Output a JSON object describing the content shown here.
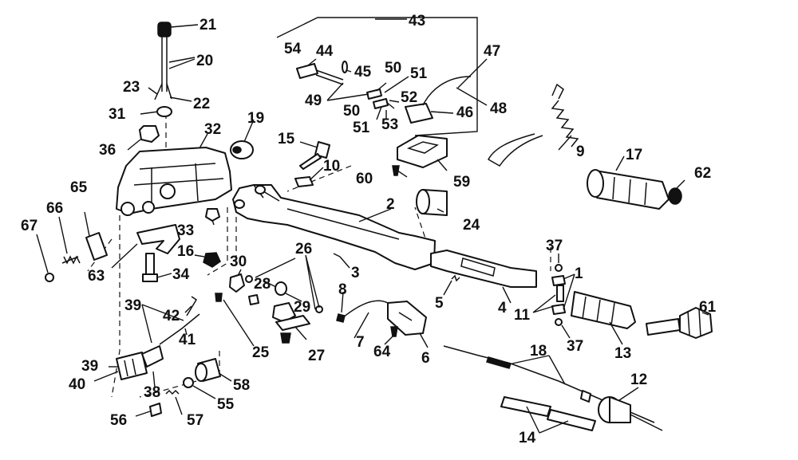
{
  "labels": {
    "l1": "1",
    "l2": "2",
    "l3": "3",
    "l4": "4",
    "l5": "5",
    "l6": "6",
    "l7": "7",
    "l8": "8",
    "l9": "9",
    "l10": "10",
    "l11": "11",
    "l12": "12",
    "l13": "13",
    "l14": "14",
    "l15": "15",
    "l16": "16",
    "l17": "17",
    "l18": "18",
    "l19": "19",
    "l20": "20",
    "l21": "21",
    "l22": "22",
    "l23": "23",
    "l24": "24",
    "l25": "25",
    "l26": "26",
    "l27": "27",
    "l28": "28",
    "l29": "29",
    "l30": "30",
    "l31": "31",
    "l32": "32",
    "l33": "33",
    "l34": "34",
    "l36": "36",
    "l37a": "37",
    "l37b": "37",
    "l38": "38",
    "l39a": "39",
    "l39b": "39",
    "l40": "40",
    "l41": "41",
    "l42": "42",
    "l43": "43",
    "l44": "44",
    "l45": "45",
    "l46": "46",
    "l47": "47",
    "l48": "48",
    "l49": "49",
    "l50a": "50",
    "l50b": "50",
    "l51a": "51",
    "l51b": "51",
    "l52": "52",
    "l53": "53",
    "l54": "54",
    "l55": "55",
    "l56": "56",
    "l57": "57",
    "l58": "58",
    "l59": "59",
    "l60": "60",
    "l61": "61",
    "l62": "62",
    "l63": "63",
    "l64": "64",
    "l65": "65",
    "l66": "66",
    "l67": "67"
  }
}
